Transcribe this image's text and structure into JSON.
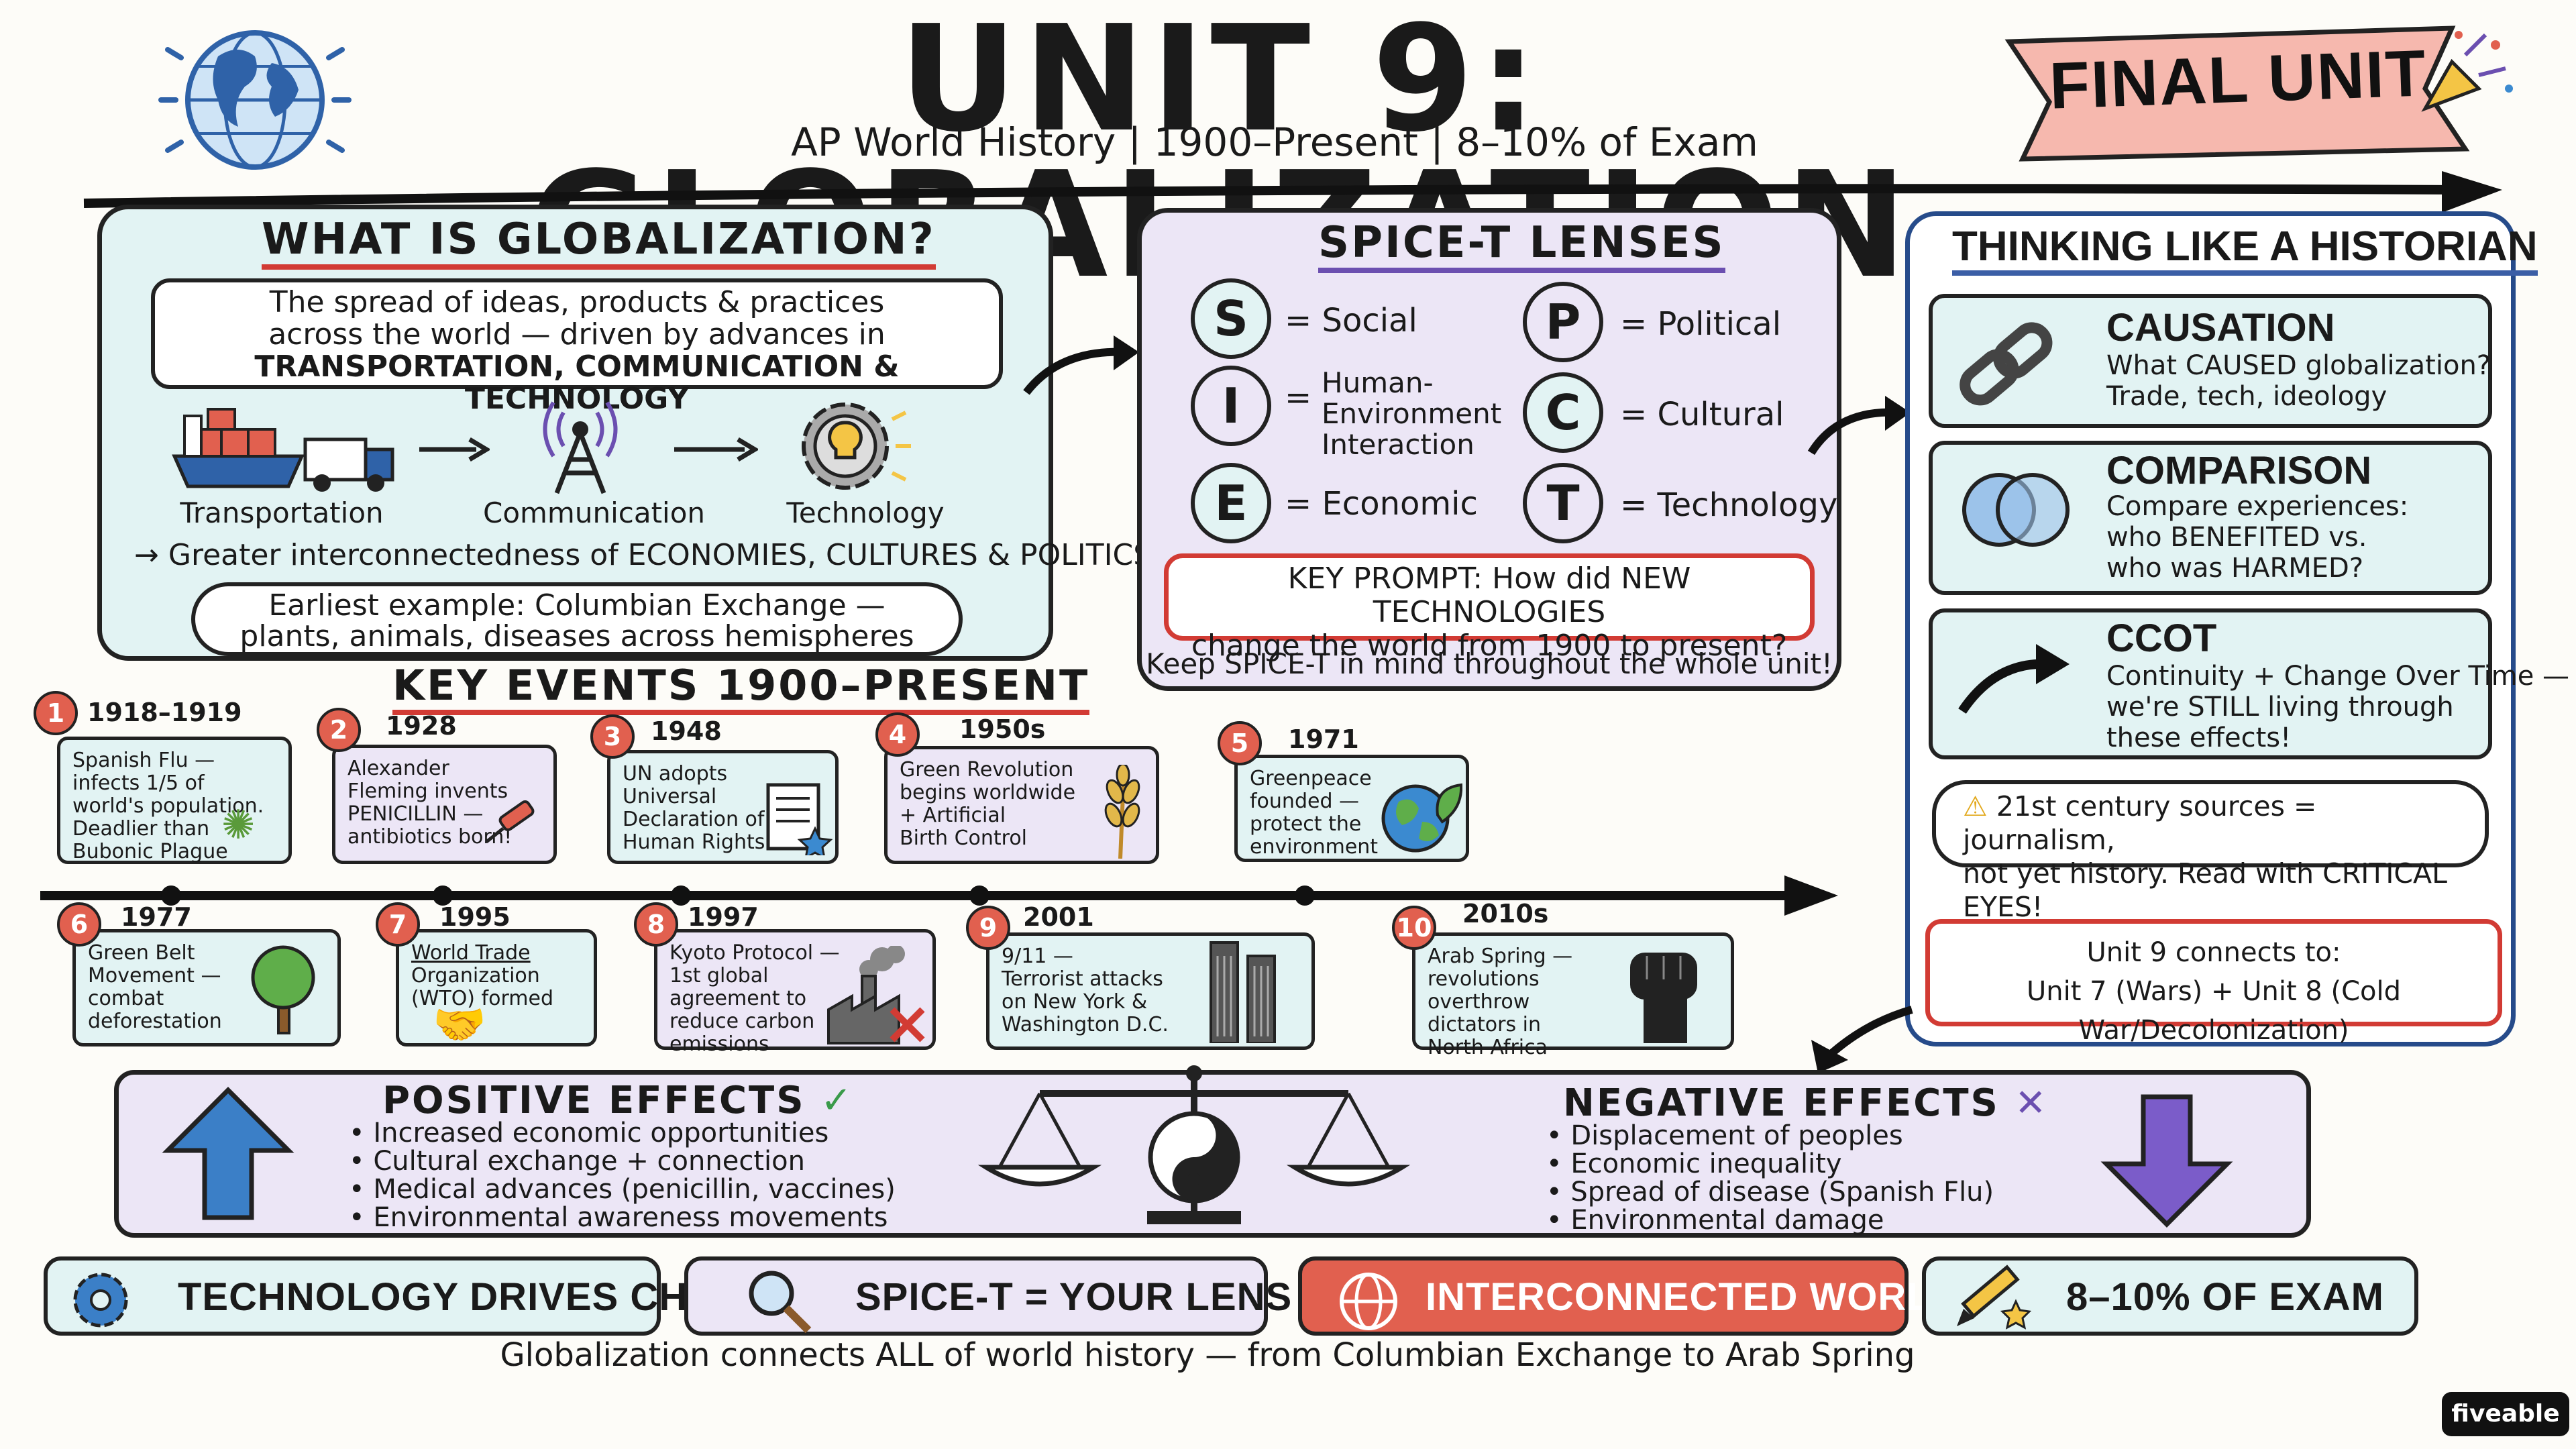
{
  "header": {
    "title": "UNIT 9: GLOBALIZATION",
    "subtitle": "AP World History  |  1900–Present  |  8–10% of Exam",
    "banner": "FINAL UNIT"
  },
  "what": {
    "title": "WHAT IS GLOBALIZATION?",
    "def_line1": "The spread of ideas, products & practices",
    "def_line2": "across the world — driven by advances in",
    "def_line3": "TRANSPORTATION, COMMUNICATION & TECHNOLOGY",
    "label_transport": "Transportation",
    "label_comm": "Communication",
    "label_tech": "Technology",
    "result": "→ Greater interconnectedness of ECONOMIES, CULTURES & POLITICS",
    "example_line1": "Earliest example: Columbian Exchange —",
    "example_line2": "plants, animals, diseases across hemispheres"
  },
  "spice": {
    "title": "SPICE-T LENSES",
    "items": [
      {
        "letter": "S",
        "label": "= Social"
      },
      {
        "letter": "I",
        "label": "Human-\nEnvironment\nInteraction"
      },
      {
        "letter": "E",
        "label": "= Economic"
      },
      {
        "letter": "P",
        "label": "= Political"
      },
      {
        "letter": "C",
        "label": "= Cultural"
      },
      {
        "letter": "T",
        "label": "= Technology"
      }
    ],
    "i_eq": "=",
    "i_line1": "Human-",
    "i_line2": "Environment",
    "i_line3": "Interaction",
    "prompt_line1": "KEY PROMPT: How did NEW TECHNOLOGIES",
    "prompt_line2": "change the world from 1900 to present?",
    "note": "Keep SPICE-T in mind throughout the whole unit!"
  },
  "think": {
    "title": "THINKING LIKE A HISTORIAN",
    "causation_head": "CAUSATION",
    "causation_l1": "What CAUSED globalization?",
    "causation_l2": "Trade, tech, ideology",
    "comparison_head": "COMPARISON",
    "comparison_l1": "Compare experiences:",
    "comparison_l2": "who BENEFITED vs.",
    "comparison_l3": "who was HARMED?",
    "ccot_head": "CCOT",
    "ccot_l1": "Continuity + Change Over Time —",
    "ccot_l2": "we're STILL living through",
    "ccot_l3": "these effects!",
    "warn_l1": "21st century sources = journalism,",
    "warn_l2": "not yet history. Read with CRITICAL EYES!",
    "connect_l1": "Unit 9 connects to:",
    "connect_l2": "Unit 7 (Wars) + Unit 8 (Cold War/Decolonization)"
  },
  "events": {
    "title": "KEY EVENTS 1900–PRESENT",
    "items": [
      {
        "num": "1",
        "year": "1918–1919",
        "l1": "Spanish Flu —",
        "l2": "infects 1/5 of",
        "l3": "world's population.",
        "l4": "Deadlier than",
        "l5": "Bubonic Plague"
      },
      {
        "num": "2",
        "year": "1928",
        "l1": "Alexander",
        "l2": "Fleming invents",
        "l3": "PENICILLIN —",
        "l4": "antibiotics born!",
        "l5": ""
      },
      {
        "num": "3",
        "year": "1948",
        "l1": "UN adopts",
        "l2": "Universal",
        "l3": "Declaration of",
        "l4": "Human Rights",
        "l5": ""
      },
      {
        "num": "4",
        "year": "1950s",
        "l1": "Green Revolution",
        "l2": "begins worldwide",
        "l3": "+ Artificial",
        "l4": "Birth Control",
        "l5": ""
      },
      {
        "num": "5",
        "year": "1971",
        "l1": "Greenpeace",
        "l2": "founded —",
        "l3": "protect the",
        "l4": "environment",
        "l5": ""
      },
      {
        "num": "6",
        "year": "1977",
        "l1": "Green Belt",
        "l2": "Movement —",
        "l3": "combat",
        "l4": "deforestation",
        "l5": ""
      },
      {
        "num": "7",
        "year": "1995",
        "l1": "World Trade",
        "l2": "Organization",
        "l3": "(WTO) formed",
        "l4": "",
        "l5": ""
      },
      {
        "num": "8",
        "year": "1997",
        "l1": "Kyoto Protocol —",
        "l2": "1st global",
        "l3": "agreement to",
        "l4": "reduce carbon",
        "l5": "emissions"
      },
      {
        "num": "9",
        "year": "2001",
        "l1": "9/11 —",
        "l2": "Terrorist attacks",
        "l3": "on New York &",
        "l4": "Washington D.C.",
        "l5": ""
      },
      {
        "num": "10",
        "year": "2010s",
        "l1": "Arab Spring —",
        "l2": "revolutions",
        "l3": "overthrow",
        "l4": "dictators in",
        "l5": "North Africa"
      }
    ]
  },
  "effects": {
    "positive_title": "POSITIVE EFFECTS",
    "positive": [
      "Increased economic opportunities",
      "Cultural exchange + connection",
      "Medical advances (penicillin, vaccines)",
      "Environmental awareness movements"
    ],
    "negative_title": "NEGATIVE EFFECTS",
    "negative": [
      "Displacement of peoples",
      "Economic inequality",
      "Spread of disease (Spanish Flu)",
      "Environmental damage"
    ]
  },
  "pills": {
    "p1": "TECHNOLOGY DRIVES CHANGE",
    "p2": "SPICE-T = YOUR LENS",
    "p3": "INTERCONNECTED WORLD",
    "p4": "8–10% OF EXAM"
  },
  "footer": "Globalization connects ALL of world history — from Columbian Exchange to Arab Spring",
  "brand": "fiveable",
  "colors": {
    "teal": "#e2f3f3",
    "lavender": "#ece6f6",
    "red": "#e1604f",
    "navy": "#264b8a",
    "purple": "#6b4fb0"
  }
}
